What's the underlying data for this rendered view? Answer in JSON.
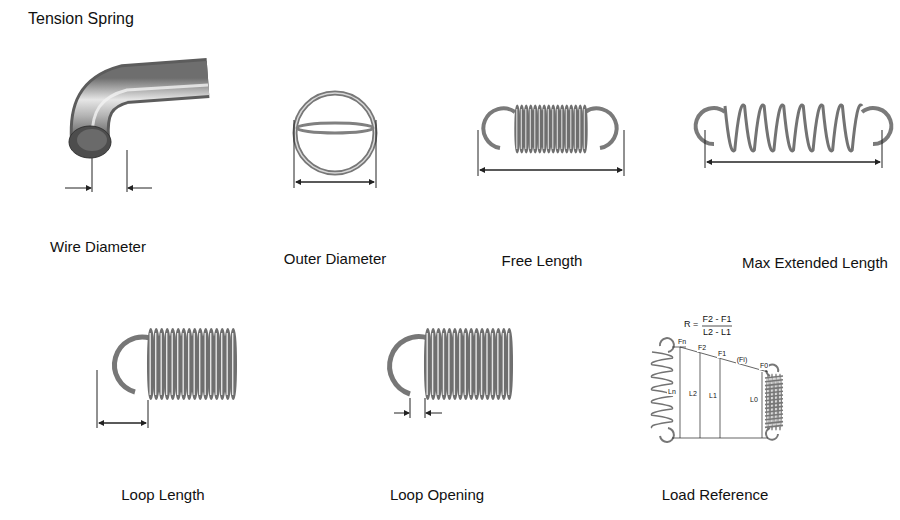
{
  "diagram": {
    "title": "Tension Spring",
    "labels": [
      "Wire Diameter",
      "Outer Diameter",
      "Free Length",
      "Max Extended Length",
      "Loop Length",
      "Loop Opening",
      "Load Reference",
      "R =",
      "F2 - F1",
      "L2 - L1",
      "Fn",
      "F2",
      "F1",
      "(Fi)",
      "F0",
      "Ln",
      "L2",
      "L1",
      "L0"
    ]
  }
}
